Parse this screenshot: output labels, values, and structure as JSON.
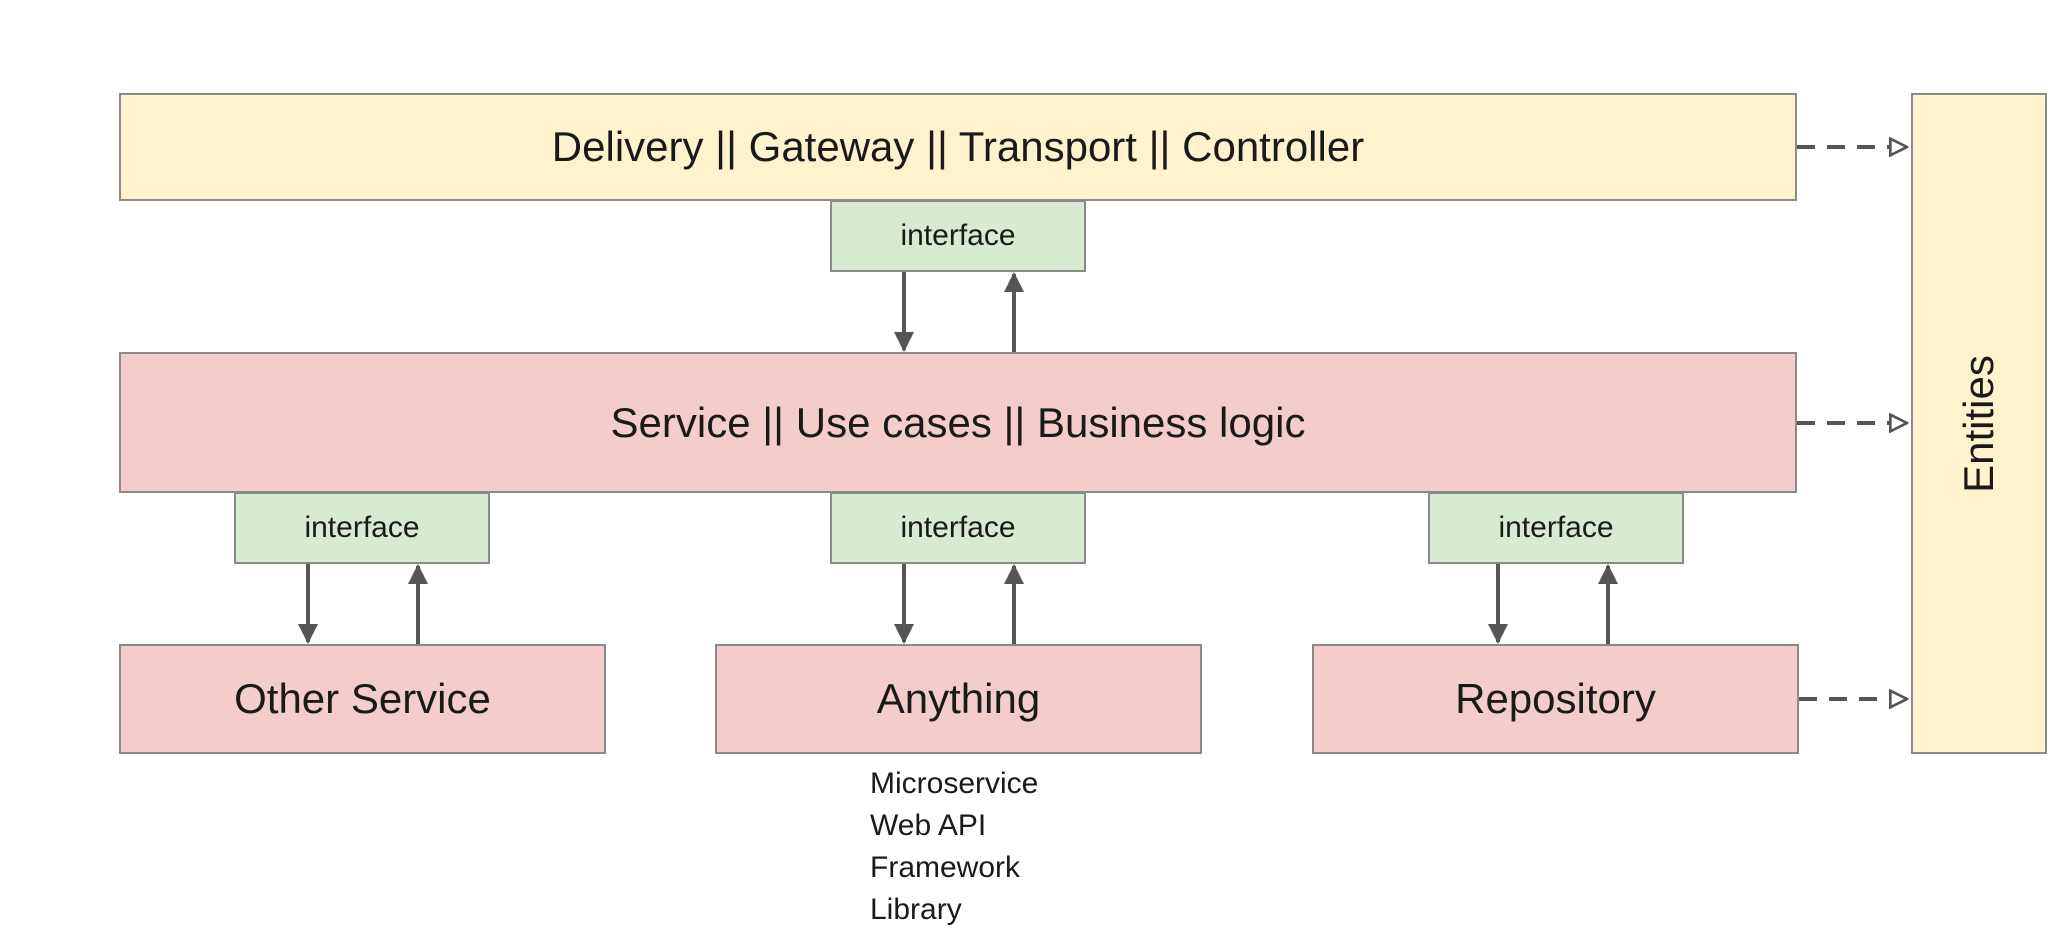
{
  "corner_mark": "",
  "delivery_label": "Delivery || Gateway || Transport || Controller",
  "service_label": "Service || Use cases || Business logic",
  "entities_label": "Entities",
  "interface_label": "interface",
  "other_service_label": "Other Service",
  "anything_label": "Anything",
  "repository_label": "Repository",
  "anything_examples": [
    "Microservice",
    "Web API",
    "Framework",
    "Library"
  ],
  "colors": {
    "layer_yellow": "#fff2cc",
    "layer_pink": "#f4cccc",
    "interface_green": "#d9ead3",
    "border_gray": "#8a8a8a",
    "arrow_gray": "#555555"
  }
}
